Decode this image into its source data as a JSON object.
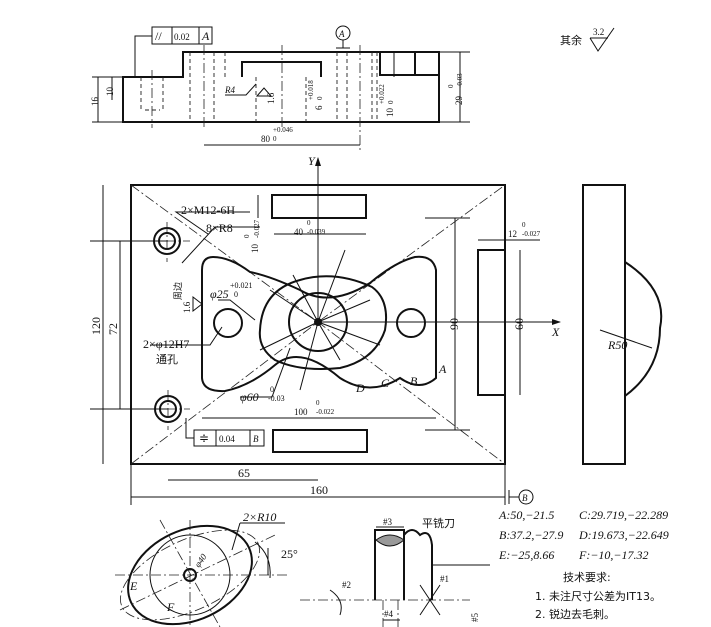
{
  "top_view": {
    "fcf_symbol": "//",
    "fcf_value": "0.02",
    "fcf_datum": "A",
    "datum_a": "A",
    "dim_16": "16",
    "dim_10": "10",
    "r4": "R4",
    "roughness_1_6": "1.6",
    "dim_6": "6",
    "dim_6_tol_upper": "+0.018",
    "dim_6_tol_lower": "0",
    "dim_10b": "10",
    "dim_10b_tol_upper": "+0.022",
    "dim_10b_tol_lower": "0",
    "dim_29": "29",
    "dim_29_tol_upper": "0",
    "dim_29_tol_lower": "-0.03",
    "dim_80": "80",
    "dim_80_tol_upper": "+0.046",
    "dim_80_tol_lower": "0",
    "rest_label": "其余",
    "rest_roughness": "3.2"
  },
  "main_view": {
    "axis_y": "Y",
    "axis_x": "X",
    "thread": "2×M12-6H",
    "radius_note": "8×R8",
    "dim_10": "10",
    "dim_10_tol_upper": "0",
    "dim_10_tol_lower": "-0.027",
    "dim_40": "40",
    "dim_40_tol_upper": "0",
    "dim_40_tol_lower": "-0.039",
    "perimeter": "周边",
    "perimeter_roughness": "1.6",
    "phi25": "φ25",
    "phi25_tol_upper": "+0.021",
    "phi25_tol_lower": "0",
    "hole_note": "2×φ12H7",
    "hole_note2": "通孔",
    "phi60": "φ60",
    "phi60_tol_upper": "0",
    "phi60_tol_lower": "-0.03",
    "pt_a": "A",
    "pt_b": "B",
    "pt_c": "C",
    "pt_d": "D",
    "dim_100": "100",
    "dim_100_tol_upper": "0",
    "dim_100_tol_lower": "-0.022",
    "dim_120": "120",
    "dim_72": "72",
    "dim_90": "90",
    "dim_65": "65",
    "dim_160": "160",
    "fcf_symbol": "≑",
    "fcf_value": "0.04",
    "fcf_datum": "B",
    "datum_b": "B"
  },
  "side_view": {
    "dim_12": "12",
    "dim_12_tol_upper": "0",
    "dim_12_tol_lower": "-0.027",
    "dim_60": "60",
    "r50": "R50"
  },
  "detail_view": {
    "r10": "2×R10",
    "phi40": "φ40",
    "angle": "25°",
    "pt_e": "E",
    "pt_f": "F"
  },
  "tool_view": {
    "cutter": "平铣刀",
    "n1": "#1",
    "n2": "#2",
    "n3": "#3",
    "n4": "#4",
    "n5": "#5"
  },
  "coordinates": [
    "A:50,−21.5",
    "C:29.719,−22.289",
    "B:37.2,−27.9",
    "D:19.673,−22.649",
    "E:−25,8.66",
    "F:−10,−17.32"
  ],
  "requirements": {
    "title": "技术要求:",
    "items": [
      "1. 未注尺寸公差为IT13。",
      "2. 锐边去毛刺。"
    ]
  }
}
